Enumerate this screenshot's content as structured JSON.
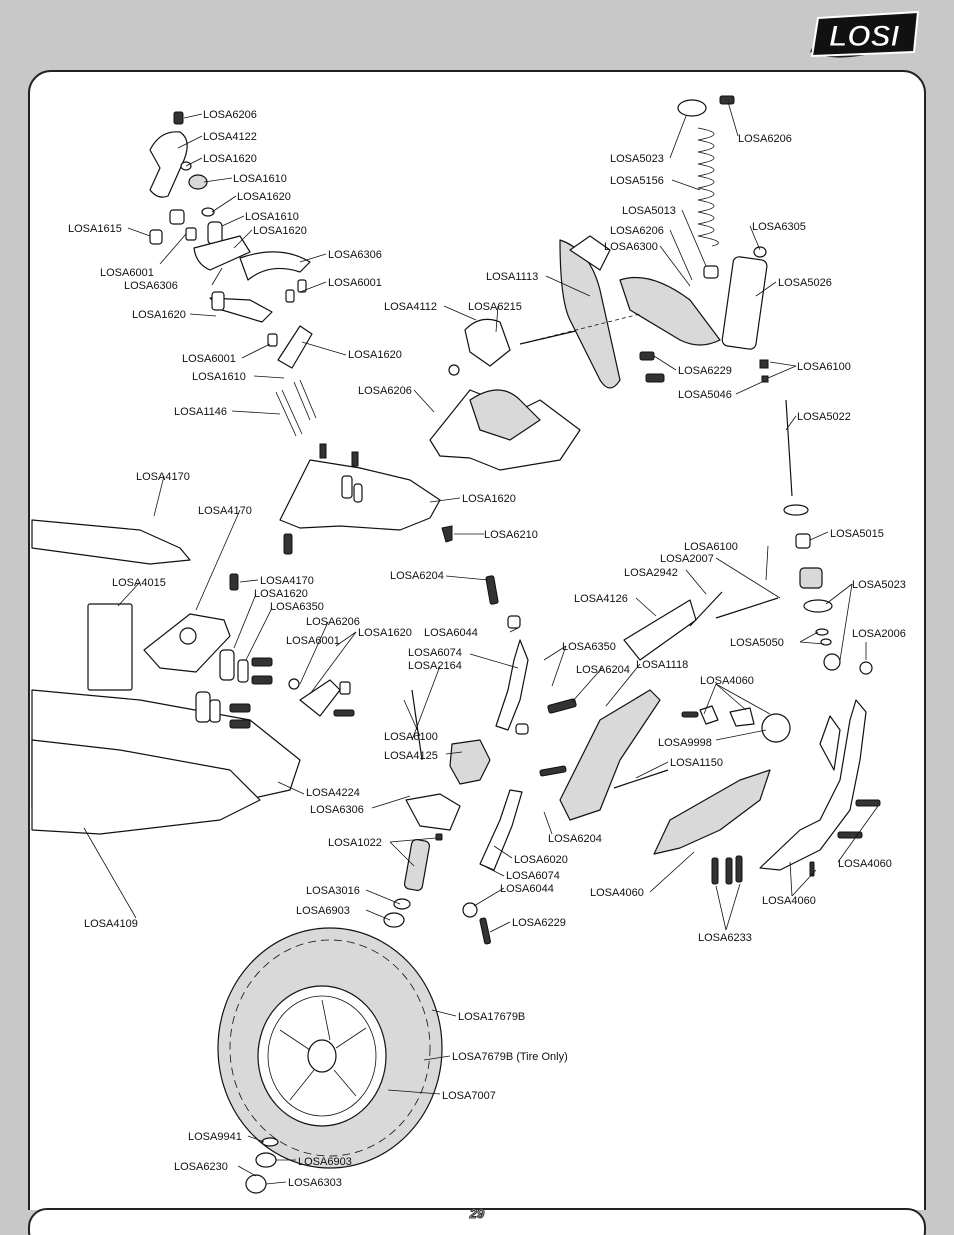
{
  "brand": {
    "logo_text": "LOSI"
  },
  "page": {
    "number": "29"
  },
  "labels": {
    "l01": "LOSA6206",
    "l02": "LOSA4122",
    "l03": "LOSA1620",
    "l04": "LOSA1610",
    "l05": "LOSA1620",
    "l06": "LOSA1615",
    "l07": "LOSA1610",
    "l08": "LOSA1620",
    "l09": "LOSA6306",
    "l10": "LOSA6001",
    "l11": "LOSA6306",
    "l12": "LOSA6001",
    "l13": "LOSA1620",
    "l14": "LOSA6001",
    "l15": "LOSA1620",
    "l16": "LOSA1610",
    "l17": "LOSA1146",
    "l18": "LOSA5023",
    "l19": "LOSA6206",
    "l20": "LOSA5156",
    "l21": "LOSA5013",
    "l22": "LOSA6206",
    "l23": "LOSA6305",
    "l24": "LOSA6300",
    "l25": "LOSA1113",
    "l26": "LOSA5026",
    "l27": "LOSA4112",
    "l28": "LOSA6215",
    "l29": "LOSA6229",
    "l30": "LOSA6100",
    "l31": "LOSA5046",
    "l32": "LOSA6206",
    "l33": "LOSA5022",
    "l34": "LOSA4170",
    "l35": "LOSA1620",
    "l36": "LOSA4170",
    "l37": "LOSA6210",
    "l38": "LOSA5015",
    "l39": "LOSA4015",
    "l40": "LOSA4170",
    "l41": "LOSA1620",
    "l42": "LOSA6350",
    "l43": "LOSA6206",
    "l44": "LOSA6204",
    "l45": "LOSA6100",
    "l46": "LOSA2007",
    "l47": "LOSA2942",
    "l48": "LOSA5023",
    "l49": "LOSA4126",
    "l50": "LOSA6001",
    "l51": "LOSA1620",
    "l52": "LOSA6044",
    "l53": "LOSA6350",
    "l54": "LOSA5050",
    "l55": "LOSA2006",
    "l56": "LOSA6074",
    "l57": "LOSA2164",
    "l58": "LOSA6204",
    "l59": "LOSA1118",
    "l60": "LOSA6100",
    "l61": "LOSA4060",
    "l62": "LOSA4125",
    "l63": "LOSA9998",
    "l64": "LOSA1150",
    "l65": "LOSA4224",
    "l66": "LOSA6306",
    "l67": "LOSA1022",
    "l68": "LOSA6204",
    "l69": "LOSA6020",
    "l70": "LOSA4060",
    "l71": "LOSA6074",
    "l72": "LOSA6044",
    "l73": "LOSA4060",
    "l74": "LOSA3016",
    "l75": "LOSA4060",
    "l76": "LOSA6903",
    "l77": "LOSA6229",
    "l78": "LOSA6233",
    "l79": "LOSA4109",
    "l80": "LOSA17679B",
    "l81": "LOSA7679B (Tire Only)",
    "l82": "LOSA7007",
    "l83": "LOSA9941",
    "l84": "LOSA6903",
    "l85": "LOSA6230",
    "l86": "LOSA6303"
  }
}
